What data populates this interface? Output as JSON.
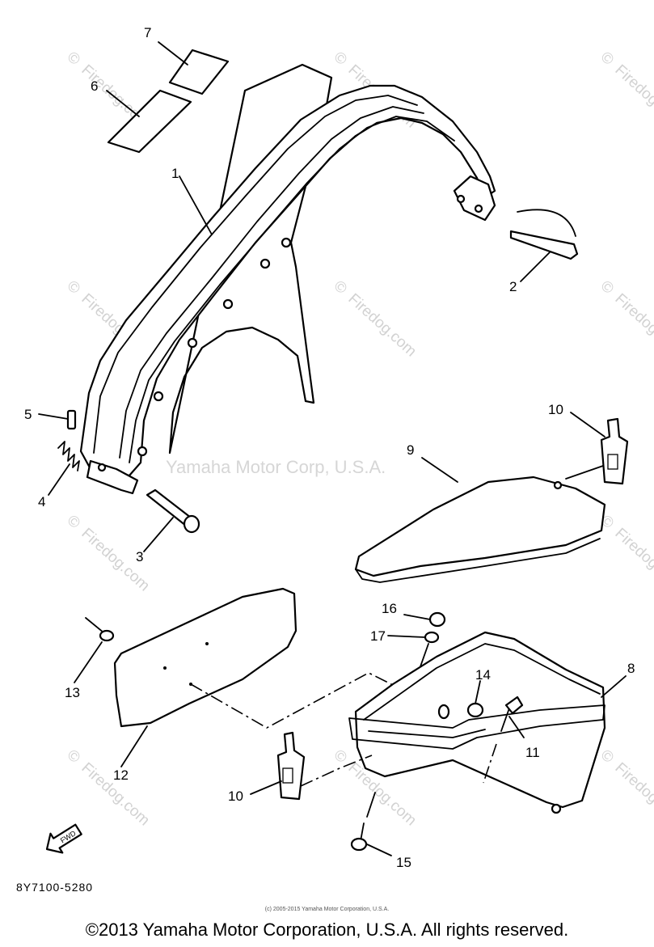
{
  "watermark": {
    "text": "Firedog.com",
    "symbol": "©",
    "center_text": "Yamaha Motor Corp, U.S.A."
  },
  "callouts": {
    "c1": "1",
    "c2": "2",
    "c3": "3",
    "c4": "4",
    "c5": "5",
    "c6": "6",
    "c7": "7",
    "c8": "8",
    "c9": "9",
    "c10a": "10",
    "c10b": "10",
    "c11": "11",
    "c12": "12",
    "c13": "13",
    "c14": "14",
    "c15": "15",
    "c16": "16",
    "c17": "17"
  },
  "fwd_label": "FWD",
  "drawing_code": "8Y7100-5280",
  "small_copyright": "(c) 2005-2015 Yamaha Motor Corporation, U.S.A.",
  "copyright": "©2013 Yamaha Motor Corporation, U.S.A. All rights reserved.",
  "colors": {
    "ink": "#000000",
    "watermark": "#d2d2d2",
    "background": "#ffffff"
  }
}
